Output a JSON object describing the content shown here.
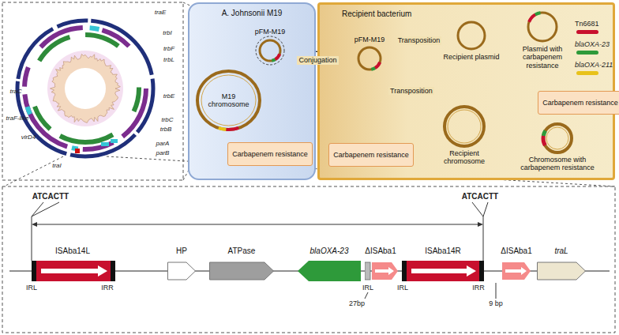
{
  "diagram": {
    "nodes": [
      {
        "text": [
          "A. Johnsonii M19"
        ]
      },
      {
        "text": [
          "M19 chromosome"
        ],
        "in": 0
      },
      {
        "text": [
          "pFM-M19"
        ],
        "in": 0
      },
      {
        "text": [
          "Carbapenem resistance"
        ],
        "in": 0
      },
      {
        "text": [
          "Recipient bacterium"
        ]
      },
      {
        "text": [
          "pFM-M19"
        ],
        "in": 4
      },
      {
        "text": [
          "Carbapenem resistance"
        ],
        "in": 4
      },
      {
        "text": [
          "Recipient plasmid"
        ],
        "in": 4
      },
      {
        "text": [
          "Plasmid with carbapenem resistance"
        ],
        "in": 4
      },
      {
        "text": [
          "Carbapenem resistance"
        ],
        "in": 4
      },
      {
        "text": [
          "Recipient chromosome"
        ],
        "in": 4
      },
      {
        "text": [
          "Chromosome with carbapenem resistance"
        ],
        "in": 4
      },
      {
        "text": [
          "ISAba14L"
        ]
      },
      {
        "text": [
          "HP"
        ]
      },
      {
        "text": [
          "ATPase"
        ]
      },
      {
        "text": [
          "blaOXA-23"
        ]
      },
      {
        "text": [
          "ΔISAba1"
        ]
      },
      {
        "text": [
          "ISAba14R"
        ]
      },
      {
        "text": [
          "ΔISAba1"
        ]
      },
      {
        "text": [
          "traL"
        ]
      }
    ],
    "edges": [
      {
        "from": 2,
        "to": 3,
        "arrow": "to"
      },
      {
        "from": 2,
        "to": 5,
        "label": "Conjugation",
        "arrow": "to"
      },
      {
        "from": 5,
        "to": 6,
        "arrow": "to"
      },
      {
        "from": 5,
        "to": 7,
        "label": "Transposition",
        "arrow": "to"
      },
      {
        "from": 5,
        "to": 10,
        "label": "Transposition",
        "arrow": "to"
      },
      {
        "from": 7,
        "to": 8,
        "arrow": "to"
      },
      {
        "from": 10,
        "to": 11,
        "arrow": "to"
      },
      {
        "from": 8,
        "to": 9,
        "arrow": "to"
      },
      {
        "from": 11,
        "to": 9,
        "arrow": "to"
      }
    ],
    "labels": [
      "traE",
      "trbI",
      "trbF",
      "trbL",
      "trbE",
      "trbC",
      "trbB",
      "parA",
      "parB",
      "traC",
      "traF-like",
      "virD4",
      "traI",
      "ATCACTT",
      "ATCACTT",
      "IRL",
      "IRR",
      "27bp",
      "IRL",
      "IRL",
      "IRR",
      "9 bp"
    ],
    "legend": [
      {
        "text": "Tn6681",
        "color": "#c8102e"
      },
      {
        "text": "blaOXA-23",
        "color": "#2e9a3a"
      },
      {
        "text": "blaOXA-211",
        "color": "#e8c21a"
      }
    ]
  }
}
